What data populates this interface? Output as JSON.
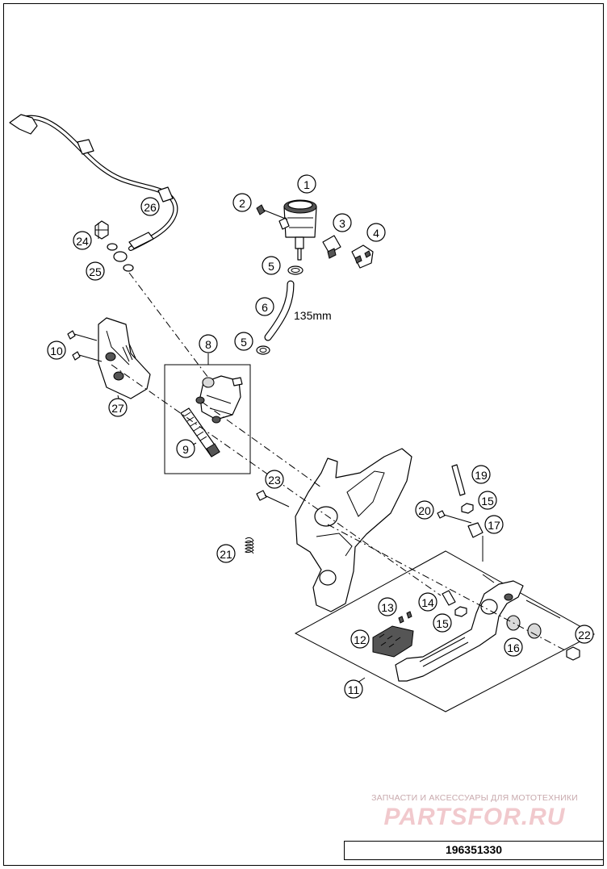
{
  "diagram": {
    "callouts": [
      "1",
      "2",
      "3",
      "4",
      "5",
      "6",
      "5",
      "8",
      "9",
      "10",
      "27",
      "24",
      "25",
      "26",
      "23",
      "21",
      "19",
      "15",
      "20",
      "17",
      "14",
      "15",
      "13",
      "12",
      "11",
      "16",
      "22"
    ],
    "dimension_label": "135mm"
  },
  "footer": {
    "watermark_line": "ЗАПЧАСТИ И АКСЕССУАРЫ ДЛЯ МОТОТЕХНИКИ",
    "watermark_brand": "PARTSFOR.RU",
    "drawing_number": "196351330"
  },
  "colors": {
    "line": "#000000",
    "watermark_text": "#c8a9ad",
    "watermark_brand": "#f1c9cd"
  }
}
